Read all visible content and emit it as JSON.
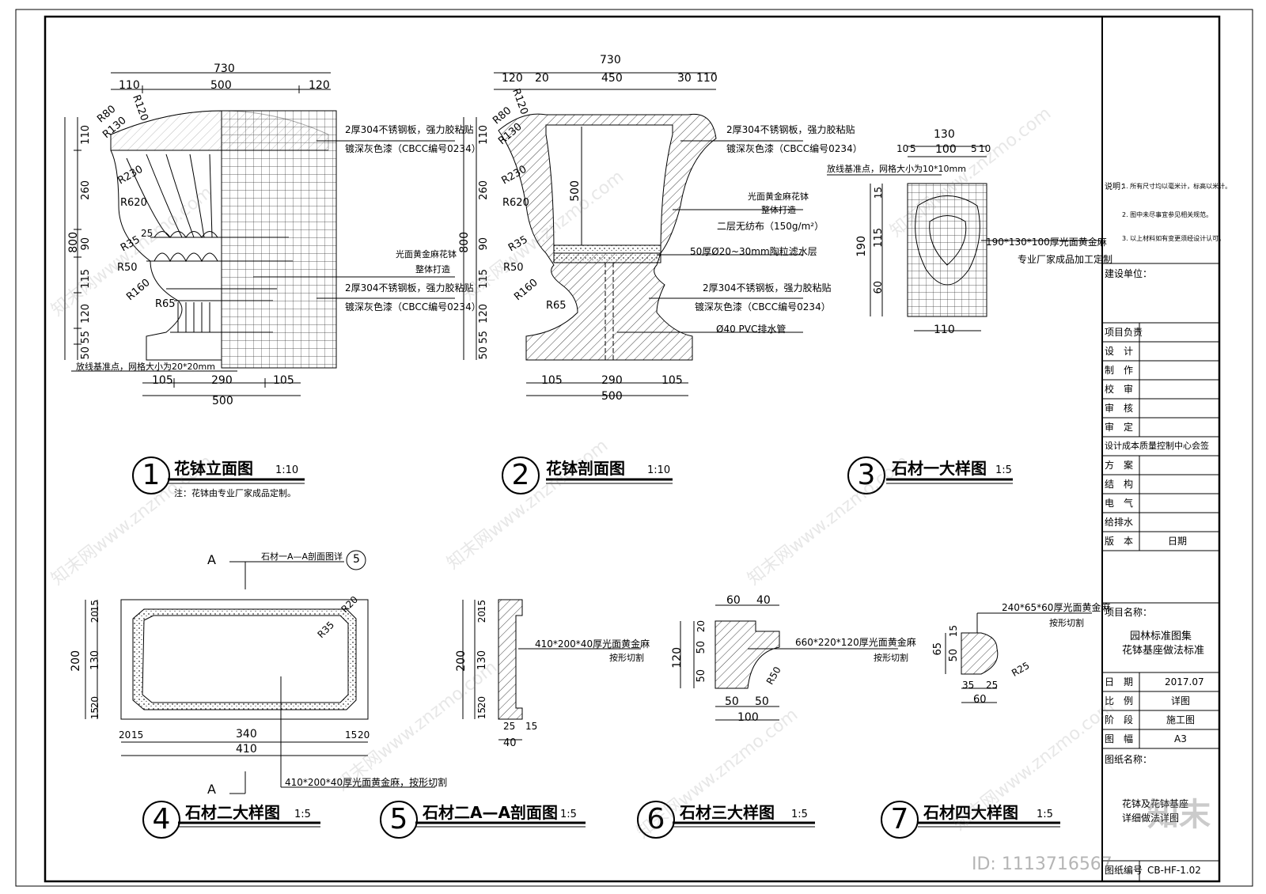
{
  "views": {
    "v1": {
      "number": "1",
      "title": "花钵立面图",
      "scale": "1:10",
      "note": "注：花钵由专业厂家成品定制。",
      "dims_top": {
        "overall": "730",
        "left": "110",
        "mid": "500",
        "right": "120"
      },
      "dims_left": [
        "110",
        "260",
        "90",
        "115",
        "120",
        "55",
        "50"
      ],
      "dim_left_total": "800",
      "radii": [
        "R80",
        "R120",
        "R130",
        "R230",
        "R620",
        "R35",
        "R50",
        "R160",
        "R65",
        "25"
      ],
      "dims_bottom": {
        "left": "105",
        "mid": "290",
        "right": "105",
        "total": "500"
      },
      "callouts": [
        "2厚304不锈钢板，强力胶粘贴",
        "镀深灰色漆（CBCC编号0234）",
        "光面黄金麻花钵",
        "整体打造",
        "2厚304不锈钢板，强力胶粘贴",
        "镀深灰色漆（CBCC编号0234）"
      ],
      "grid_note": "放线基准点，网格大小为20*20mm"
    },
    "v2": {
      "number": "2",
      "title": "花钵剖面图",
      "scale": "1:10",
      "dims_top": {
        "overall": "730",
        "d1": "120",
        "d2": "20",
        "mid": "450",
        "d3": "30",
        "d4": "110"
      },
      "dims_left": [
        "110",
        "260",
        "90",
        "115",
        "120",
        "55",
        "50"
      ],
      "dim_left_total": "800",
      "dim_inner": "500",
      "radii": [
        "R80",
        "R120",
        "R130",
        "R230",
        "R620",
        "R35",
        "R50",
        "R160",
        "R65"
      ],
      "dims_bottom": {
        "left": "105",
        "mid": "290",
        "right": "105",
        "total": "500"
      },
      "callouts": [
        "2厚304不锈钢板，强力胶粘贴",
        "镀深灰色漆（CBCC编号0234）",
        "光面黄金麻花钵",
        "整体打造",
        "二层无纺布（150g/m²）",
        "50厚Ø20~30mm陶粒滤水层",
        "2厚304不锈钢板，强力胶粘贴",
        "镀深灰色漆（CBCC编号0234）",
        "Ø40 PVC排水管"
      ]
    },
    "v3": {
      "number": "3",
      "title": "石材一大样图",
      "scale": "1:5",
      "dims_top": {
        "overall": "130",
        "a": "10",
        "b": "5",
        "mid": "100",
        "c": "5",
        "d": "10"
      },
      "dims_left": [
        "15",
        "115",
        "60"
      ],
      "dim_left_total": "190",
      "dim_bottom": "110",
      "grid_note": "放线基准点，网格大小为10*10mm",
      "callouts": [
        "190*130*100厚光面黄金麻",
        "专业厂家成品加工定制"
      ]
    },
    "v4": {
      "number": "4",
      "title": "石材二大样图",
      "scale": "1:5",
      "section_mark": "A",
      "section_label": "石材一A—A剖面图详",
      "section_ref": "5",
      "dims_left": [
        "15",
        "20",
        "130",
        "20",
        "15"
      ],
      "dim_left_total": "200",
      "dims_bottom": [
        "20",
        "15",
        "340",
        "15",
        "20"
      ],
      "dim_bottom_total": "410",
      "radii": [
        "R20",
        "R35"
      ],
      "callout": "410*200*40厚光面黄金麻，按形切割"
    },
    "v5": {
      "number": "5",
      "title": "石材二A—A剖面图",
      "scale": "1:5",
      "dims_left": [
        "15",
        "20",
        "130",
        "20",
        "15"
      ],
      "dim_left_total": "200",
      "dims_bottom": {
        "a": "25",
        "b": "15",
        "total": "40"
      },
      "callouts": [
        "410*200*40厚光面黄金麻",
        "按形切割"
      ]
    },
    "v6": {
      "number": "6",
      "title": "石材三大样图",
      "scale": "1:5",
      "dims_top": {
        "a": "60",
        "b": "40"
      },
      "dims_left": [
        "20",
        "50",
        "50"
      ],
      "dim_left_total": "120",
      "dims_bottom": {
        "a": "50",
        "b": "50",
        "total": "100"
      },
      "radius": "R50",
      "callouts": [
        "660*220*120厚光面黄金麻",
        "按形切割"
      ]
    },
    "v7": {
      "number": "7",
      "title": "石材四大样图",
      "scale": "1:5",
      "dims_left": [
        "15",
        "50"
      ],
      "dim_left_total": "65",
      "dims_bottom": {
        "a": "35",
        "b": "25",
        "total": "60"
      },
      "radius": "R25",
      "callouts": [
        "240*65*60厚光面黄金麻",
        "按形切割"
      ]
    }
  },
  "title_block": {
    "notes_label": "说明：",
    "notes": [
      "1. 所有尺寸均以毫米计，标高以米计。",
      "2. 图中未尽事宜参见相关规范。",
      "3. 以上材料如有变更须经设计认可。"
    ],
    "construction_unit": "建设单位：",
    "rows": [
      {
        "label": "项目负责",
        "value": ""
      },
      {
        "label": "设　计",
        "value": ""
      },
      {
        "label": "制　作",
        "value": ""
      },
      {
        "label": "校　审",
        "value": ""
      },
      {
        "label": "审　核",
        "value": ""
      },
      {
        "label": "审　定",
        "value": ""
      }
    ],
    "sign_header": "设计成本质量控制中心会签",
    "sign_rows": [
      {
        "label": "方　案",
        "value": ""
      },
      {
        "label": "结　构",
        "value": ""
      },
      {
        "label": "电　气",
        "value": ""
      },
      {
        "label": "给排水",
        "value": ""
      }
    ],
    "version_label": "版　本",
    "date_label_short": "日期",
    "project_name_label": "项目名称：",
    "project_name_1": "园林标准图集",
    "project_name_2": "花钵基座做法标准",
    "info_rows": [
      {
        "label": "日　期",
        "value": "2017.07"
      },
      {
        "label": "比　例",
        "value": "详图"
      },
      {
        "label": "阶　段",
        "value": "施工图"
      },
      {
        "label": "图　幅",
        "value": "A3"
      }
    ],
    "drawing_name_label": "图纸名称：",
    "drawing_name_1": "花钵及花钵基座",
    "drawing_name_2": "详细做法详图",
    "drawing_no_label": "图纸编号",
    "drawing_no": "CB-HF-1.02"
  },
  "watermark": {
    "text": "知末网www.znzmo.com",
    "logo": "知末",
    "id": "ID: 1113716567"
  },
  "colors": {
    "line": "#000000",
    "hatch": "#555555",
    "grid": "#444444",
    "watermark": "#b0b0b0"
  }
}
